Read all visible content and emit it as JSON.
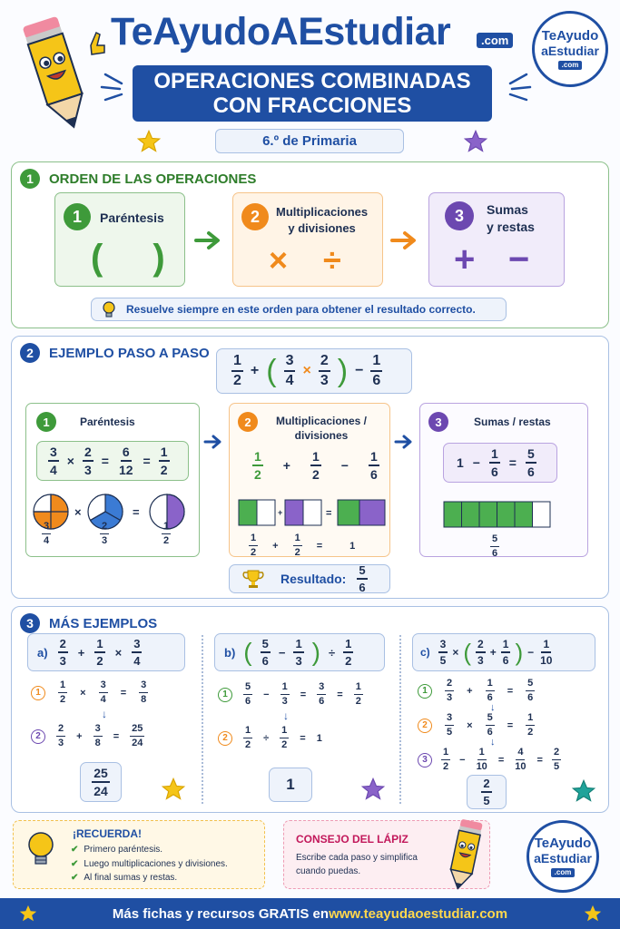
{
  "header": {
    "brand": "TeAyudoAEstudiar",
    "brand_domain": ".com",
    "title_line1": "OPERACIONES COMBINADAS",
    "title_line2": "CON FRACCIONES",
    "grade": "6.º de Primaria",
    "logo": {
      "line1": "TeAyudo",
      "line2": "aEstudiar",
      "line3": ".com"
    }
  },
  "section1": {
    "number": "1",
    "title": "ORDEN DE LAS OPERACIONES",
    "steps": [
      {
        "number": "1",
        "label": "Paréntesis",
        "symbols": "( )"
      },
      {
        "number": "2",
        "label_line1": "Multiplicaciones",
        "label_line2": "y divisiones",
        "symbols": [
          "×",
          "÷"
        ]
      },
      {
        "number": "3",
        "label_line1": "Sumas",
        "label_line2": "y restas",
        "symbols": [
          "+",
          "−"
        ]
      }
    ],
    "tip": "Resuelve siempre en este orden para obtener el resultado correcto."
  },
  "section2": {
    "number": "2",
    "title": "EJEMPLO PASO A PASO",
    "expression": {
      "f1": [
        "1",
        "2"
      ],
      "op1": "+",
      "f2": [
        "3",
        "4"
      ],
      "op2": "×",
      "f3": [
        "2",
        "3"
      ],
      "op3": "−",
      "f4": [
        "1",
        "6"
      ]
    },
    "step1": {
      "number": "1",
      "title": "Paréntesis",
      "a": [
        "3",
        "4"
      ],
      "b": [
        "2",
        "3"
      ],
      "c": [
        "6",
        "12"
      ],
      "d": [
        "1",
        "2"
      ],
      "op": "×",
      "eq": "="
    },
    "step2": {
      "number": "2",
      "title_line1": "Multiplicaciones /",
      "title_line2": "divisiones",
      "a": [
        "1",
        "2"
      ],
      "b": [
        "1",
        "2"
      ],
      "c": [
        "1",
        "6"
      ],
      "op1": "+",
      "op2": "−",
      "bar_result": "1"
    },
    "step3": {
      "number": "3",
      "title": "Sumas / restas",
      "whole": "1",
      "a": [
        "1",
        "6"
      ],
      "b": [
        "5",
        "6"
      ],
      "op": "−",
      "eq": "="
    },
    "result_label": "Resultado:",
    "result": [
      "5",
      "6"
    ]
  },
  "section3": {
    "number": "3",
    "title": "MÁS EJEMPLOS",
    "a": {
      "letter": "a)",
      "e": [
        [
          "2",
          "3"
        ],
        [
          "1",
          "2"
        ],
        [
          "3",
          "4"
        ]
      ],
      "ops": [
        "+",
        "×"
      ],
      "s1": {
        "num": "1",
        "l": [
          "1",
          "2"
        ],
        "op": "×",
        "r": [
          "3",
          "4"
        ],
        "res": [
          "3",
          "8"
        ]
      },
      "s2": {
        "num": "2",
        "l": [
          "2",
          "3"
        ],
        "op": "+",
        "r": [
          "3",
          "8"
        ],
        "res": [
          "25",
          "24"
        ]
      },
      "answer": [
        "25",
        "24"
      ]
    },
    "b": {
      "letter": "b)",
      "e": [
        [
          "5",
          "6"
        ],
        [
          "1",
          "3"
        ],
        [
          "1",
          "2"
        ]
      ],
      "ops": [
        "−",
        "÷"
      ],
      "s1": {
        "num": "1",
        "l": [
          "5",
          "6"
        ],
        "op": "−",
        "r": [
          "1",
          "3"
        ],
        "m": [
          "3",
          "6"
        ],
        "res": [
          "1",
          "2"
        ]
      },
      "s2": {
        "num": "2",
        "l": [
          "1",
          "2"
        ],
        "op": "÷",
        "r": [
          "1",
          "2"
        ],
        "res": "1"
      },
      "answer": "1"
    },
    "c": {
      "letter": "c)",
      "e": [
        [
          "3",
          "5"
        ],
        [
          "2",
          "3"
        ],
        [
          "1",
          "6"
        ],
        [
          "1",
          "10"
        ]
      ],
      "ops": [
        "×",
        "+",
        "−"
      ],
      "s1": {
        "num": "1",
        "l": [
          "2",
          "3"
        ],
        "op": "+",
        "r": [
          "1",
          "6"
        ],
        "res": [
          "5",
          "6"
        ]
      },
      "s2": {
        "num": "2",
        "l": [
          "3",
          "5"
        ],
        "op": "×",
        "r": [
          "5",
          "6"
        ],
        "res": [
          "1",
          "2"
        ]
      },
      "s3": {
        "num": "3",
        "l": [
          "1",
          "2"
        ],
        "op": "−",
        "r": [
          "1",
          "10"
        ],
        "m": [
          "4",
          "10"
        ],
        "res": [
          "2",
          "5"
        ]
      },
      "answer": [
        "2",
        "5"
      ]
    }
  },
  "remember": {
    "title": "¡RECUERDA!",
    "items": [
      "Primero paréntesis.",
      "Luego multiplicaciones y divisiones.",
      "Al final sumas y restas."
    ]
  },
  "pencil_tip": {
    "title": "CONSEJO DEL LÁPIZ",
    "text_line1": "Escribe cada paso y simplifica",
    "text_line2": "cuando puedas."
  },
  "footer": {
    "text": "Más fichas y recursos GRATIS en ",
    "url": "www.teayudaoestudiar.com"
  },
  "colors": {
    "blue": "#1f4fa3",
    "green": "#3e9a3a",
    "orange": "#f08a1c",
    "purple": "#6c48b0",
    "yellow": "#f5c518"
  }
}
